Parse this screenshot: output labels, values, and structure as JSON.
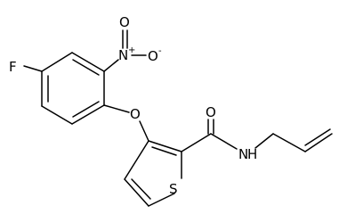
{
  "molecule": {
    "atoms": {
      "fluorine": "F",
      "nitro_nitrogen": "N",
      "nitro_charge_plus": "+",
      "nitro_oxygen_top": "O",
      "nitro_oxygen_side": "O",
      "nitro_charge_minus": "-",
      "ether_oxygen": "O",
      "thiophene_sulfur": "S",
      "carbonyl_oxygen": "O",
      "amide_nitrogen": "N",
      "amide_hydrogen": "H"
    },
    "colors": {
      "bond": "#000000",
      "label": "#000000",
      "background": "#ffffff"
    }
  }
}
